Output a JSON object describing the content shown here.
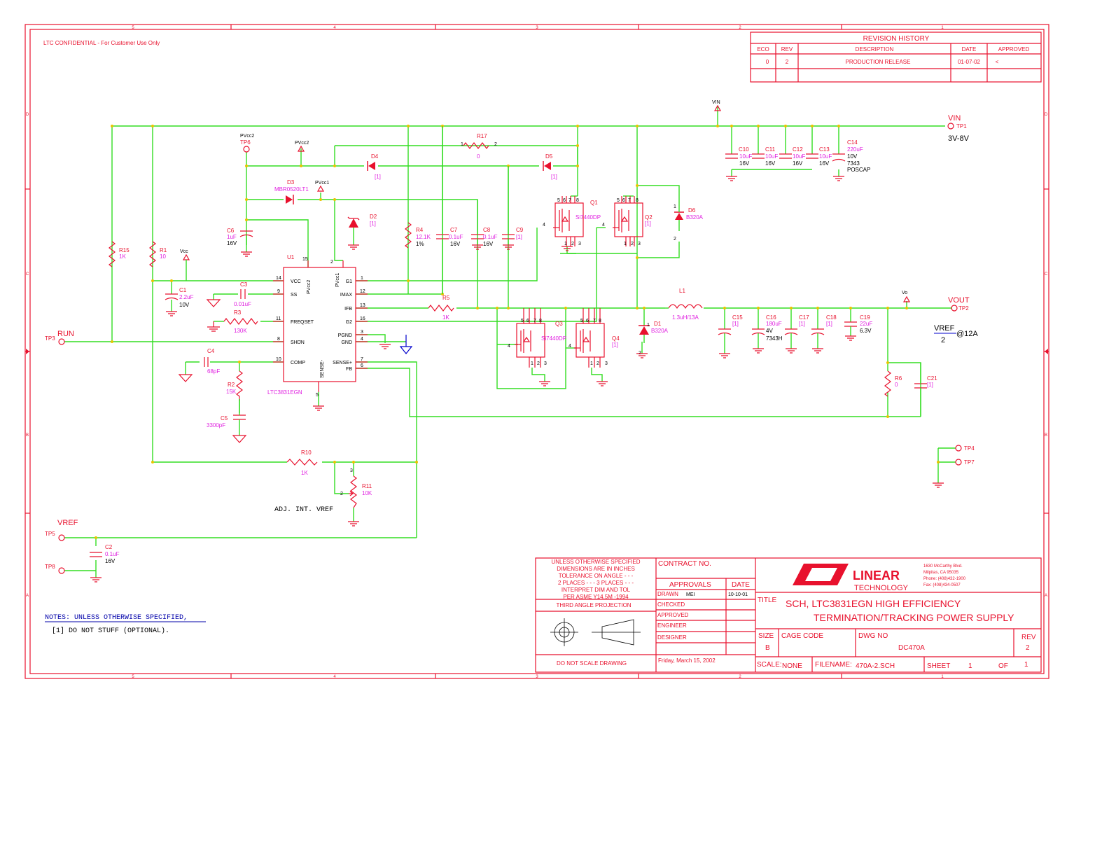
{
  "sheet": {
    "confidential": "LTC CONFIDENTIAL - For Customer Use Only",
    "zone_cols": [
      "5",
      "4",
      "3",
      "2",
      "1"
    ],
    "zone_rows": [
      "D",
      "C",
      "B",
      "A"
    ]
  },
  "revision_history": {
    "title": "REVISION HISTORY",
    "headers": [
      "ECO",
      "REV",
      "DESCRIPTION",
      "DATE",
      "APPROVED"
    ],
    "row": [
      "0",
      "2",
      "PRODUCTION RELEASE",
      "01-07-02",
      "<"
    ]
  },
  "nets": {
    "vin": "VIN",
    "vin_tp": "TP1",
    "vin_range": "3V-8V",
    "vout": "VOUT",
    "vout_tp": "TP2",
    "vref_out_num": "VREF",
    "vref_out_den": "2",
    "vref_out_suffix": "@12A",
    "vo": "Vo",
    "vcc": "Vcc",
    "run": "RUN",
    "run_tp": "TP3",
    "vref": "VREF",
    "vref_tp": "TP5",
    "tp8": "TP8",
    "tp4": "TP4",
    "tp7": "TP7",
    "pvcc2": "PVcc2",
    "pvcc2_tp": "TP6",
    "pvcc2b": "PVcc2",
    "pvcc1": "PVcc1"
  },
  "ic": {
    "ref": "U1",
    "part": "LTC3831EGN",
    "left_pins": [
      {
        "num": "14",
        "name": "VCC"
      },
      {
        "num": "9",
        "name": "SS"
      },
      {
        "num": "11",
        "name": "FREQSET"
      },
      {
        "num": "8",
        "name": "SHDN"
      },
      {
        "num": "10",
        "name": "COMP"
      }
    ],
    "right_pins": [
      {
        "num": "1",
        "name": "G1"
      },
      {
        "num": "12",
        "name": "IMAX"
      },
      {
        "num": "13",
        "name": "IFB"
      },
      {
        "num": "16",
        "name": "G2"
      },
      {
        "num": "3",
        "name": "PGND"
      },
      {
        "num": "4",
        "name": "GND"
      },
      {
        "num": "7",
        "name": "SENSE+"
      },
      {
        "num": "6",
        "name": "FB"
      }
    ],
    "top_pins": [
      {
        "num": "15",
        "name": "PVcc2"
      },
      {
        "num": "2",
        "name": "PVcc1"
      }
    ],
    "bottom_pins": [
      {
        "num": "5",
        "name": "SENSE-"
      }
    ]
  },
  "components": {
    "R15": {
      "ref": "R15",
      "value": "1K"
    },
    "R1": {
      "ref": "R1",
      "value": "10"
    },
    "C1": {
      "ref": "C1",
      "value": "2.2uF",
      "volt": "10V"
    },
    "C3": {
      "ref": "C3",
      "value": "0.01uF"
    },
    "R3": {
      "ref": "R3",
      "value": "130K"
    },
    "C4": {
      "ref": "C4",
      "value": "68pF"
    },
    "R2": {
      "ref": "R2",
      "value": "15K"
    },
    "C5": {
      "ref": "C5",
      "value": "3300pF"
    },
    "C6": {
      "ref": "C6",
      "value": "1uF",
      "volt": "16V"
    },
    "D3": {
      "ref": "D3",
      "value": "MBR0520LT1"
    },
    "D2": {
      "ref": "D2",
      "value": "[1]"
    },
    "D4": {
      "ref": "D4",
      "value": "[1]"
    },
    "D5": {
      "ref": "D5",
      "value": "[1]"
    },
    "R17": {
      "ref": "R17",
      "value": "0",
      "p1": "1",
      "p2": "2"
    },
    "R4": {
      "ref": "R4",
      "value": "12.1K",
      "tol": "1%"
    },
    "C7": {
      "ref": "C7",
      "value": "0.1uF",
      "volt": "16V"
    },
    "C8": {
      "ref": "C8",
      "value": "0.1uF",
      "volt": "16V"
    },
    "C9": {
      "ref": "C9",
      "value": "[1]"
    },
    "R5": {
      "ref": "R5",
      "value": "1K"
    },
    "Q1": {
      "ref": "Q1",
      "value": "Si7440DP"
    },
    "Q2": {
      "ref": "Q2",
      "value": "[1]"
    },
    "Q3": {
      "ref": "Q3",
      "value": "Si7440DP"
    },
    "Q4": {
      "ref": "Q4",
      "value": "[1]"
    },
    "D6": {
      "ref": "D6",
      "value": "B320A"
    },
    "D1": {
      "ref": "D1",
      "value": "B320A"
    },
    "L1": {
      "ref": "L1",
      "value": "1.3uH/13A"
    },
    "C10": {
      "ref": "C10",
      "value": "10uF",
      "volt": "16V"
    },
    "C11": {
      "ref": "C11",
      "value": "10uF",
      "volt": "16V"
    },
    "C12": {
      "ref": "C12",
      "value": "10uF",
      "volt": "16V"
    },
    "C13": {
      "ref": "C13",
      "value": "10uF",
      "volt": "16V"
    },
    "C14": {
      "ref": "C14",
      "value": "220uF",
      "volt": "10V",
      "pkg": "7343",
      "type": "POSCAP"
    },
    "C15": {
      "ref": "C15",
      "value": "[1]"
    },
    "C16": {
      "ref": "C16",
      "value": "180uF",
      "volt": "4V",
      "pkg": "7343H"
    },
    "C17": {
      "ref": "C17",
      "value": "[1]"
    },
    "C18": {
      "ref": "C18",
      "value": "[1]"
    },
    "C19": {
      "ref": "C19",
      "value": "22uF",
      "volt": "6.3V"
    },
    "R6": {
      "ref": "R6",
      "value": "0"
    },
    "C21": {
      "ref": "C21",
      "value": "[1]"
    },
    "R10": {
      "ref": "R10",
      "value": "1K"
    },
    "R11": {
      "ref": "R11",
      "value": "10K",
      "p2": "2",
      "p3": "3"
    },
    "C2": {
      "ref": "C2",
      "value": "0.1uF",
      "volt": "16V"
    }
  },
  "fet_pins": {
    "drain": [
      "5",
      "6",
      "7",
      "8"
    ],
    "source": [
      "1",
      "2",
      "3"
    ],
    "gate": "4"
  },
  "diode_pins": {
    "a": "1",
    "k": "2"
  },
  "adj_label": "ADJ. INT. VREF",
  "notes": {
    "title": "NOTES: UNLESS OTHERWISE SPECIFIED,",
    "line1": "[1] DO NOT STUFF (OPTIONAL)."
  },
  "title_block": {
    "tol_lines": [
      "UNLESS OTHERWISE SPECIFIED",
      "DIMENSIONS ARE IN INCHES",
      "TOLERANCE ON ANGLE - - -",
      "2 PLACES - - -    3 PLACES - - -",
      "INTERPRET DIM AND TOL",
      "PER ASME Y14.5M -1994"
    ],
    "third_angle": "THIRD ANGLE PROJECTION",
    "no_scale": "DO NOT SCALE DRAWING",
    "contract": "CONTRACT NO.",
    "approvals": "APPROVALS",
    "date": "DATE",
    "drawn": "DRAWN",
    "drawn_by": "MEI",
    "drawn_date": "10-10-01",
    "checked": "CHECKED",
    "approved": "APPROVED",
    "engineer": "ENGINEER",
    "designer": "DESIGNER",
    "print_date": "Friday, March 15, 2002",
    "logo_word": "LINEAR",
    "logo_sub": "TECHNOLOGY",
    "address": [
      "1630 McCarthy Blvd.",
      "Milpitas, CA 95035",
      "Phone: (408)432-1900",
      "Fax: (408)434-0507"
    ],
    "title_label": "TITLE",
    "title_line1": "SCH, LTC3831EGN HIGH EFFICIENCY",
    "title_line2": "TERMINATION/TRACKING POWER SUPPLY",
    "size_label": "SIZE",
    "size": "B",
    "cage_label": "CAGE CODE",
    "dwg_label": "DWG NO",
    "dwg": "DC470A",
    "rev_label": "REV",
    "rev": "2",
    "scale_label": "SCALE:",
    "scale": "NONE",
    "file_label": "FILENAME:",
    "file": "470A-2.SCH",
    "sheet_label": "SHEET",
    "sheet": "1",
    "of_label": "OF",
    "of": "1"
  },
  "colors": {
    "frame": "#e8112d",
    "wire": "#33dd22",
    "value": "#e020e0",
    "junction": "#e8c400"
  }
}
